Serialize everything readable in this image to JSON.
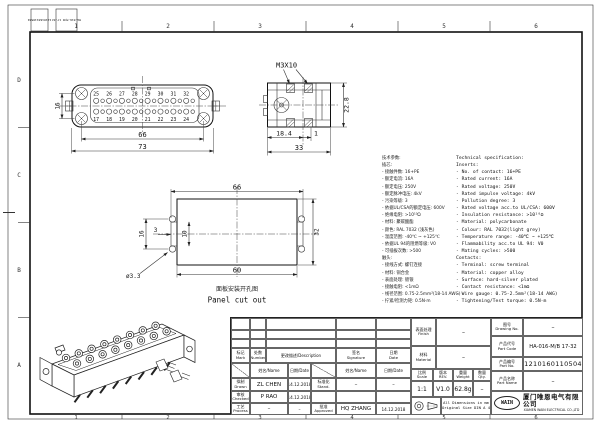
{
  "frame": {
    "top_zones": [
      "1",
      "2",
      "3",
      "4",
      "5",
      "6"
    ],
    "bottom_zones": [
      "1",
      "2",
      "3",
      "4",
      "5",
      "6"
    ],
    "left_zones": [
      "D",
      "C",
      "B",
      "A"
    ],
    "corner_ref1": "1210160110504",
    "corner_ref2": "HA-016-M/B 17-32"
  },
  "face_view": {
    "pins_top": [
      "25",
      "26",
      "27",
      "28",
      "29",
      "30",
      "31",
      "32"
    ],
    "pins_bottom": [
      "17",
      "18",
      "19",
      "20",
      "21",
      "22",
      "23",
      "24"
    ],
    "dim_screw_height": "16",
    "dim_screw_width": "66",
    "dim_overall_width": "73"
  },
  "side_view": {
    "thread_label": "M3X10",
    "dim_height": "22.8",
    "dim_a": "18.4",
    "dim_b": "1",
    "dim_width": "33"
  },
  "panel_view": {
    "dim_top": "66",
    "dim_bottom": "60",
    "dim_hole_spacing": "16",
    "dim_notch_depth": "3",
    "dim_notch_height": "10",
    "dim_height": "32",
    "hole_label": "ø3.3",
    "caption_cn": "面板安装开孔图",
    "caption_en": "Panel cut out"
  },
  "specs": {
    "cn": [
      "技术参数:",
      "插芯:",
      "- 接触件数: 16+PE",
      "- 额定电流: 16A",
      "- 额定电压: 250V",
      "- 额定脉冲电压: 4kV",
      "- 污染等级: 3",
      "- 依据UL/CSA的额定电压: 600V",
      "- 绝缘电阻: >10¹⁰Ω",
      "- 材料: 聚碳酸酯",
      "- 颜色: RAL 7032 (浅灰色)",
      "- 温度范围: -40℃ ~ +125℃",
      "- 依据UL 94的阻燃等级: V0",
      "- 可插拔次数: >500",
      "触头:",
      "- 接线方式: 螺钉连接",
      "- 材料: 铜合金",
      "- 表面处理: 镀银",
      "- 接触电阻: <1mΩ",
      "- 线径范围: 0.75-2.5mm²(18-14 AWG)",
      "- 拧紧/检测力矩: 0.5N·m"
    ],
    "en": [
      "Technical specification:",
      "Inserts:",
      "- No. of contact: 16+PE",
      "- Rated current: 16A",
      "- Rated voltage: 250V",
      "- Rated impulse voltage: 4kV",
      "- Pollution degree: 3",
      "- Rated voltage acc.to UL/CSA: 600V",
      "- Insulation resistance: >10¹⁰Ω",
      "- Material: polycarbonate",
      "- Colour: RAL 7032(light grey)",
      "- Temperature range: -40℃ ~ +125℃",
      "- Flammability acc.to UL 94: V0",
      "- Mating cycles: >500",
      "Contacts:",
      "- Terminal: screw terminal",
      "- Material: copper alloy",
      "- Surface: hard-silver plated",
      "- Contact resistance: <1mΩ",
      "- Wire gauge: 0.75-2.5mm²(18-14 AWG)",
      "- Tightening/Test torque: 0.5N·m"
    ]
  },
  "titleblock": {
    "mark_cn": "标记",
    "mark_en": "Mark",
    "number_cn": "处数",
    "number_en": "Number",
    "description": "更改描述/Description",
    "signature_cn": "签名",
    "signature_en": "Signature",
    "date_cn": "日期",
    "date_en": "Date",
    "name_sub": "姓名/Name",
    "date_sub": "日期/Date",
    "drawn_cn": "拟制",
    "drawn_en": "Drawn",
    "drawn_name": "ZL CHEN",
    "drawn_date": "14.12.2018",
    "checked_cn": "审核",
    "checked_en": "Checked",
    "checked_name": "P RAO",
    "checked_date": "14.12.2018",
    "process_cn": "工艺",
    "process_en": "Process",
    "process_name": "–",
    "process_date": "–",
    "stand_cn": "标准化",
    "stand_en": "Stand.",
    "stand_name": "–",
    "stand_date": "–",
    "approved_cn": "批准",
    "approved_en": "Approved",
    "approved_name": "HQ ZHANG",
    "approved_date": "14.12.2018",
    "finish_cn": "表面处理",
    "finish_en": "Finish",
    "finish_value": "–",
    "material_cn": "材料",
    "material_en": "Material",
    "material_value": "–",
    "scale_cn": "比例",
    "scale_en": "Scale",
    "scale_value": "1:1",
    "rev_cn": "版本",
    "rev_en": "REV.",
    "rev_value": "V1.0",
    "weight_cn": "重量",
    "weight_en": "Weight",
    "weight_value": "62.8g",
    "qty_cn": "数量",
    "qty_en": "Qty.",
    "qty_value": "–",
    "note1": "All Dimensions in mm",
    "note2": "Original Size DIN A 4",
    "drawingno_cn": "图号",
    "drawingno_en": "Drawing No.",
    "drawingno_value": "–",
    "partcode_cn": "产品代号",
    "partcode_en": "Part Code",
    "partcode_value": "HA-016-M/B 17-32",
    "partno_cn": "产品编号",
    "partno_en": "Part No.",
    "partno_value": "1210160110504",
    "partname_cn": "产品名称",
    "partname_en": "Part Name",
    "partname_value": "–",
    "logo": "WAIN",
    "company_cn": "厦门唯恩电气有限公司",
    "company_en": "XIAMEN WAIN ELECTRICAL CO.,LTD"
  }
}
